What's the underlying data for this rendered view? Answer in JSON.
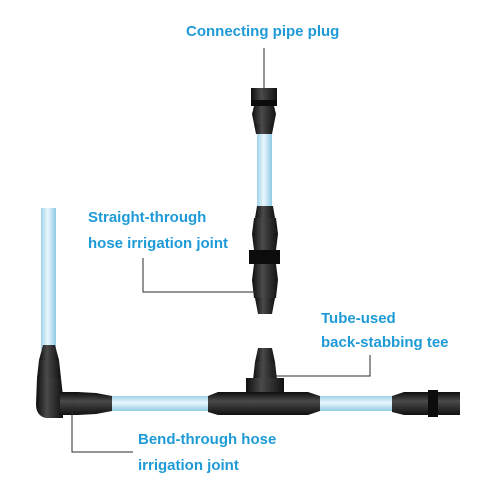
{
  "labels": {
    "plug": "Connecting pipe plug",
    "straight_line1": "Straight-through",
    "straight_line2": "hose irrigation joint",
    "tee_line1": "Tube-used",
    "tee_line2": "back-stabbing tee",
    "bend_line1": "Bend-through hose",
    "bend_line2": "irrigation joint"
  },
  "colors": {
    "label_text": "#1e9bd7",
    "leader_line": "#2b2b2b",
    "fitting": "#1b1b1b",
    "fitting_highlight": "#4a4a4a",
    "tube_edge": "#a9d9ec",
    "tube_core": "#eaf7fd"
  }
}
